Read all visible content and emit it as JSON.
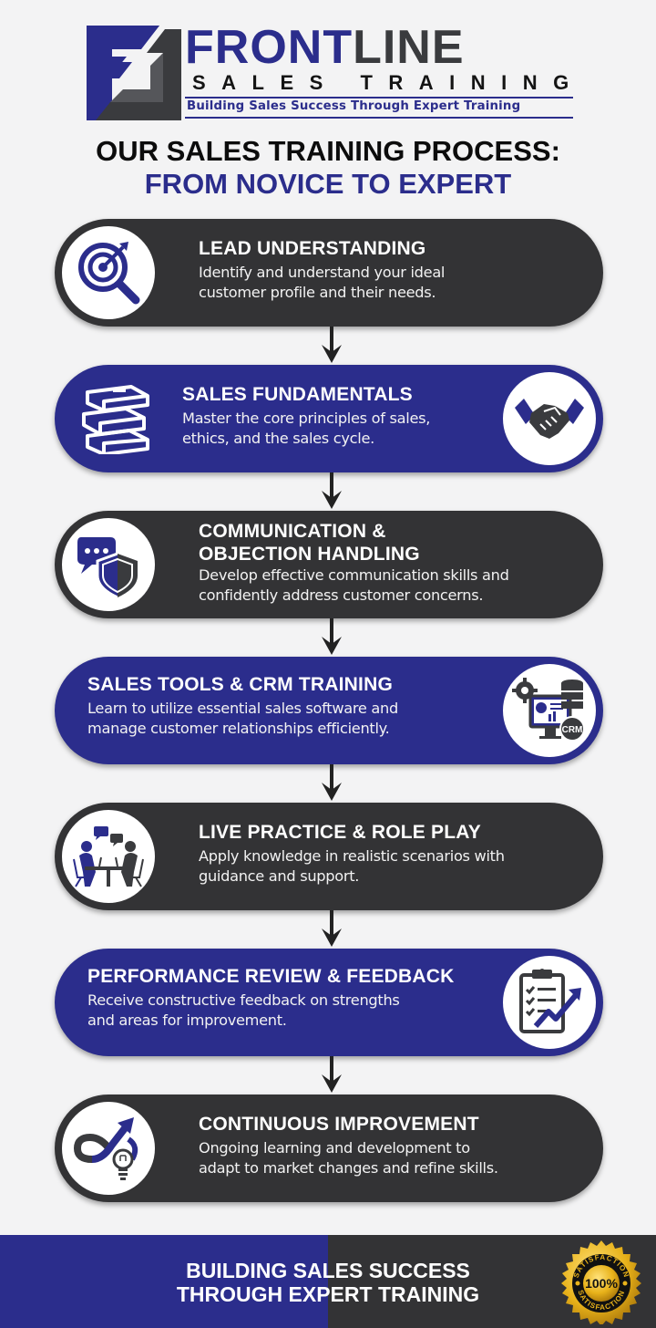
{
  "header": {
    "brand_part1": "FRONT",
    "brand_part2": "LINE",
    "brand_subtitle": "SALES TRAINING",
    "tagline": "Building Sales Success Through Expert Training"
  },
  "title": {
    "line1": "OUR SALES TRAINING PROCESS:",
    "line2": "FROM NOVICE TO EXPERT"
  },
  "colors": {
    "brand_blue": "#2b2d8c",
    "dark_gray": "#333335",
    "background": "#f3f3f4",
    "badge_gold": "#e8b21a"
  },
  "steps": [
    {
      "title": "LEAD UNDERSTANDING",
      "description_line1": "Identify and understand your ideal",
      "description_line2": "customer profile and their needs.",
      "icon": "target-magnifier-icon",
      "style": "dark"
    },
    {
      "title": "SALES FUNDAMENTALS",
      "description_line1": "Master the core principles of sales,",
      "description_line2": "ethics, and the sales cycle.",
      "icon": "handshake-icon",
      "secondary_icon": "books-icon",
      "style": "blue"
    },
    {
      "title_line1": "COMMUNICATION &",
      "title_line2": "OBJECTION HANDLING",
      "description_line1": "Develop effective communication skills and",
      "description_line2": "confidently address customer concerns.",
      "icon": "chat-shield-icon",
      "style": "dark"
    },
    {
      "title": "SALES TOOLS & CRM TRAINING",
      "description_line1": "Learn to utilize essential sales software and",
      "description_line2": "manage customer relationships efficiently.",
      "icon": "crm-computer-icon",
      "icon_label": "CRM",
      "style": "blue"
    },
    {
      "title": "LIVE PRACTICE & ROLE PLAY",
      "description_line1": "Apply knowledge in realistic scenarios with",
      "description_line2": "guidance and support.",
      "icon": "role-play-meeting-icon",
      "style": "dark"
    },
    {
      "title": "PERFORMANCE REVIEW & FEEDBACK",
      "description_line1": "Receive constructive feedback on strengths",
      "description_line2": "and areas for improvement.",
      "icon": "clipboard-growth-icon",
      "style": "blue"
    },
    {
      "title": "CONTINUOUS IMPROVEMENT",
      "description_line1": "Ongoing learning and development to",
      "description_line2": "adapt to market changes and refine skills.",
      "icon": "infinity-arrow-bulb-icon",
      "style": "dark"
    }
  ],
  "footer": {
    "line1": "BUILDING SALES SUCCESS",
    "line2": "THROUGH EXPERT TRAINING",
    "badge": {
      "top_text": "SATISFACTION",
      "center_text": "100%",
      "bottom_text": "SATISFACTION"
    }
  }
}
